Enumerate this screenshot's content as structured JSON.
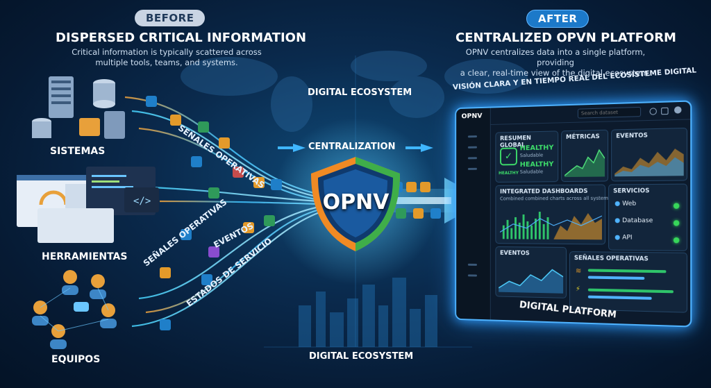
{
  "before": {
    "badge": "BEFORE",
    "title": "DISPERSED CRITICAL INFORMATION",
    "subtitle_line1": "Critical information is typically scattered across",
    "subtitle_line2": "multiple tools, teams, and systems.",
    "sources": [
      "SISTEMAS",
      "HERRAMIENTAS",
      "EQUIPOS"
    ]
  },
  "after": {
    "badge": "AFTER",
    "title": "CENTRALIZED OPVN PLATFORM",
    "subtitle_line1": "OPNV centralizes data into a single platform, providing",
    "subtitle_line2": "a clear, real-time view of the digital ecosystem."
  },
  "flow_labels": {
    "senales_top": "SEÑALES OPERATIVAS",
    "senales_bottom": "SEÑALES OPERATIVAS",
    "eventos": "EVENTOS",
    "estados": "ESTADOS DE SERVICIO",
    "centralization": "CENTRALIZATION"
  },
  "center": {
    "logo": "OPNV",
    "ecosystem_top": "DIGITAL ECOSYSTEM",
    "ecosystem_bottom": "DIGITAL ECOSYSTEM"
  },
  "platform": {
    "tagline": "VISIÓN CLARA Y EN TIEMPO REAL DEL ECOSISTEME DIGITAL",
    "footer": "DIGITAL PLATFORM",
    "brand": "OPNV",
    "search_placeholder": "Search dataset",
    "resumen": {
      "title": "RESUMEN GLOBAL",
      "status1": "HEALTHY",
      "status1_sub": "Saludable",
      "status2": "HEALTHY",
      "status2_sub": "Saludable",
      "badge": "HEALTHY"
    },
    "metricas_title": "MÉTRICAS",
    "eventos_title": "EVENTOS",
    "dashboards": {
      "title": "INTEGRATED DASHBOARDS",
      "subtitle": "Combined combined charts across all systems"
    },
    "servicios": {
      "title": "SERVICIOS",
      "items": [
        "Web",
        "Database",
        "API"
      ]
    },
    "eventos2_title": "EVENTOS",
    "senales_title": "SEÑALES OPERATIVAS"
  },
  "colors": {
    "accent": "#2f9dff",
    "healthy": "#37d65a",
    "shield_orange": "#f08a24",
    "shield_green": "#3fae49"
  }
}
